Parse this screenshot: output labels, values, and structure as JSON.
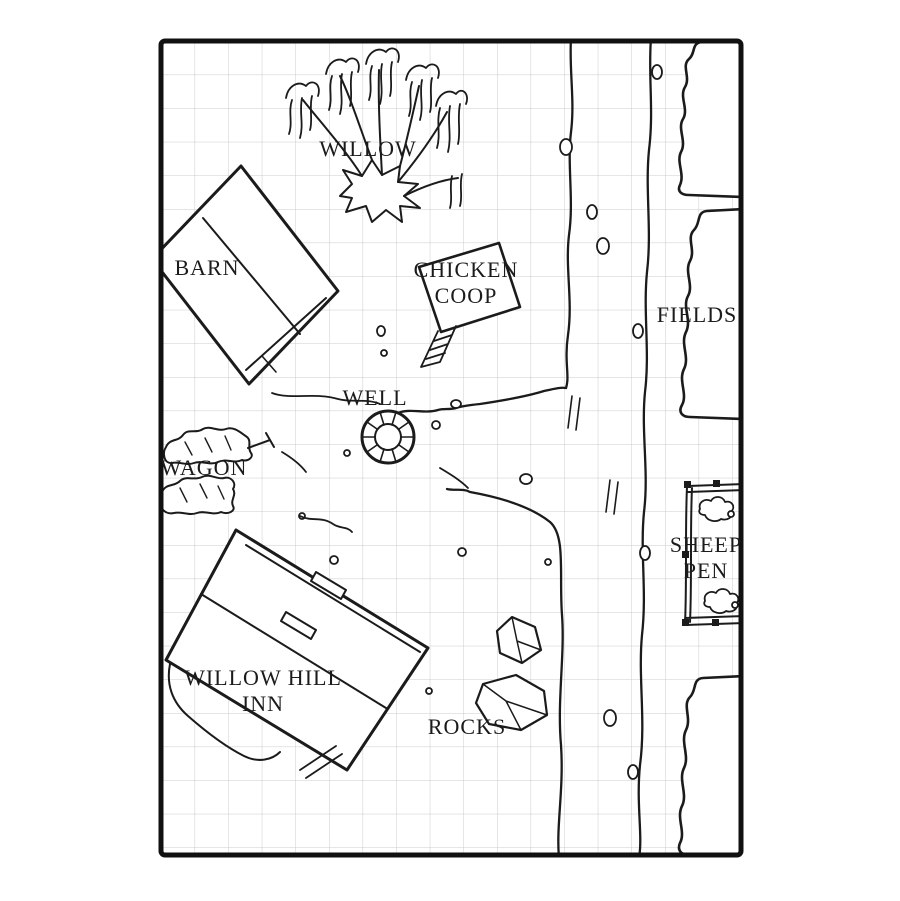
{
  "map": {
    "description": "hand-drawn village battle map",
    "labels": {
      "willow": "WILLOW",
      "barn": "BARN",
      "chicken_coop": {
        "line1": "CHICKEN",
        "line2": "COOP"
      },
      "fields": "FIELDS",
      "well": "WELL",
      "wagon": "WAGON",
      "sheep_pen": {
        "line1": "SHEEP",
        "line2": "PEN"
      },
      "inn": {
        "line1": "WILLOW HILL",
        "line2": "INN"
      },
      "rocks": "ROCKS"
    },
    "colors": {
      "ink": "#1b1b1b",
      "grid_line": "#cbcbcb",
      "paper": "#ffffff"
    }
  }
}
